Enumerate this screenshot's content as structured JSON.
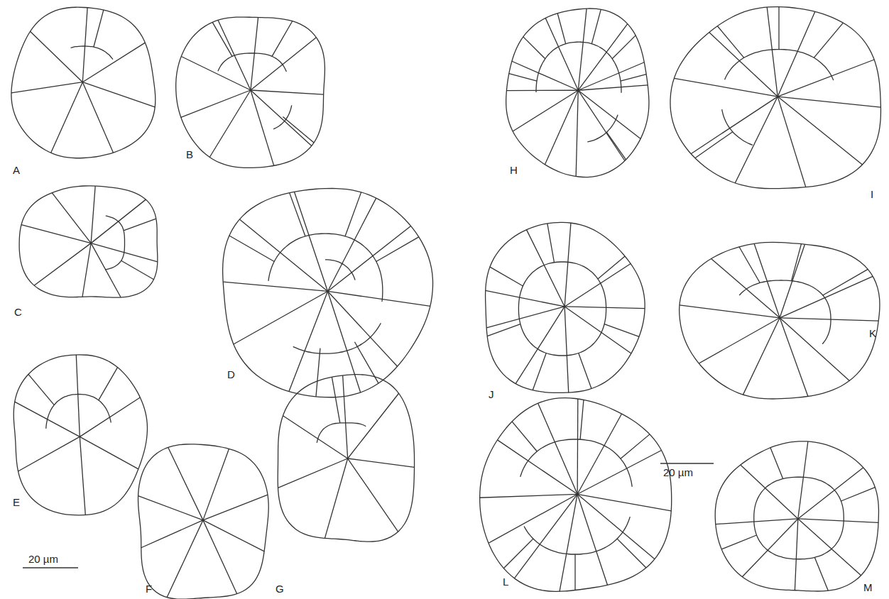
{
  "diagram": {
    "labels": [
      "A",
      "B",
      "C",
      "D",
      "E",
      "F",
      "G",
      "H",
      "I",
      "J",
      "K",
      "L",
      "M",
      "20 µm",
      "20 µm"
    ]
  }
}
